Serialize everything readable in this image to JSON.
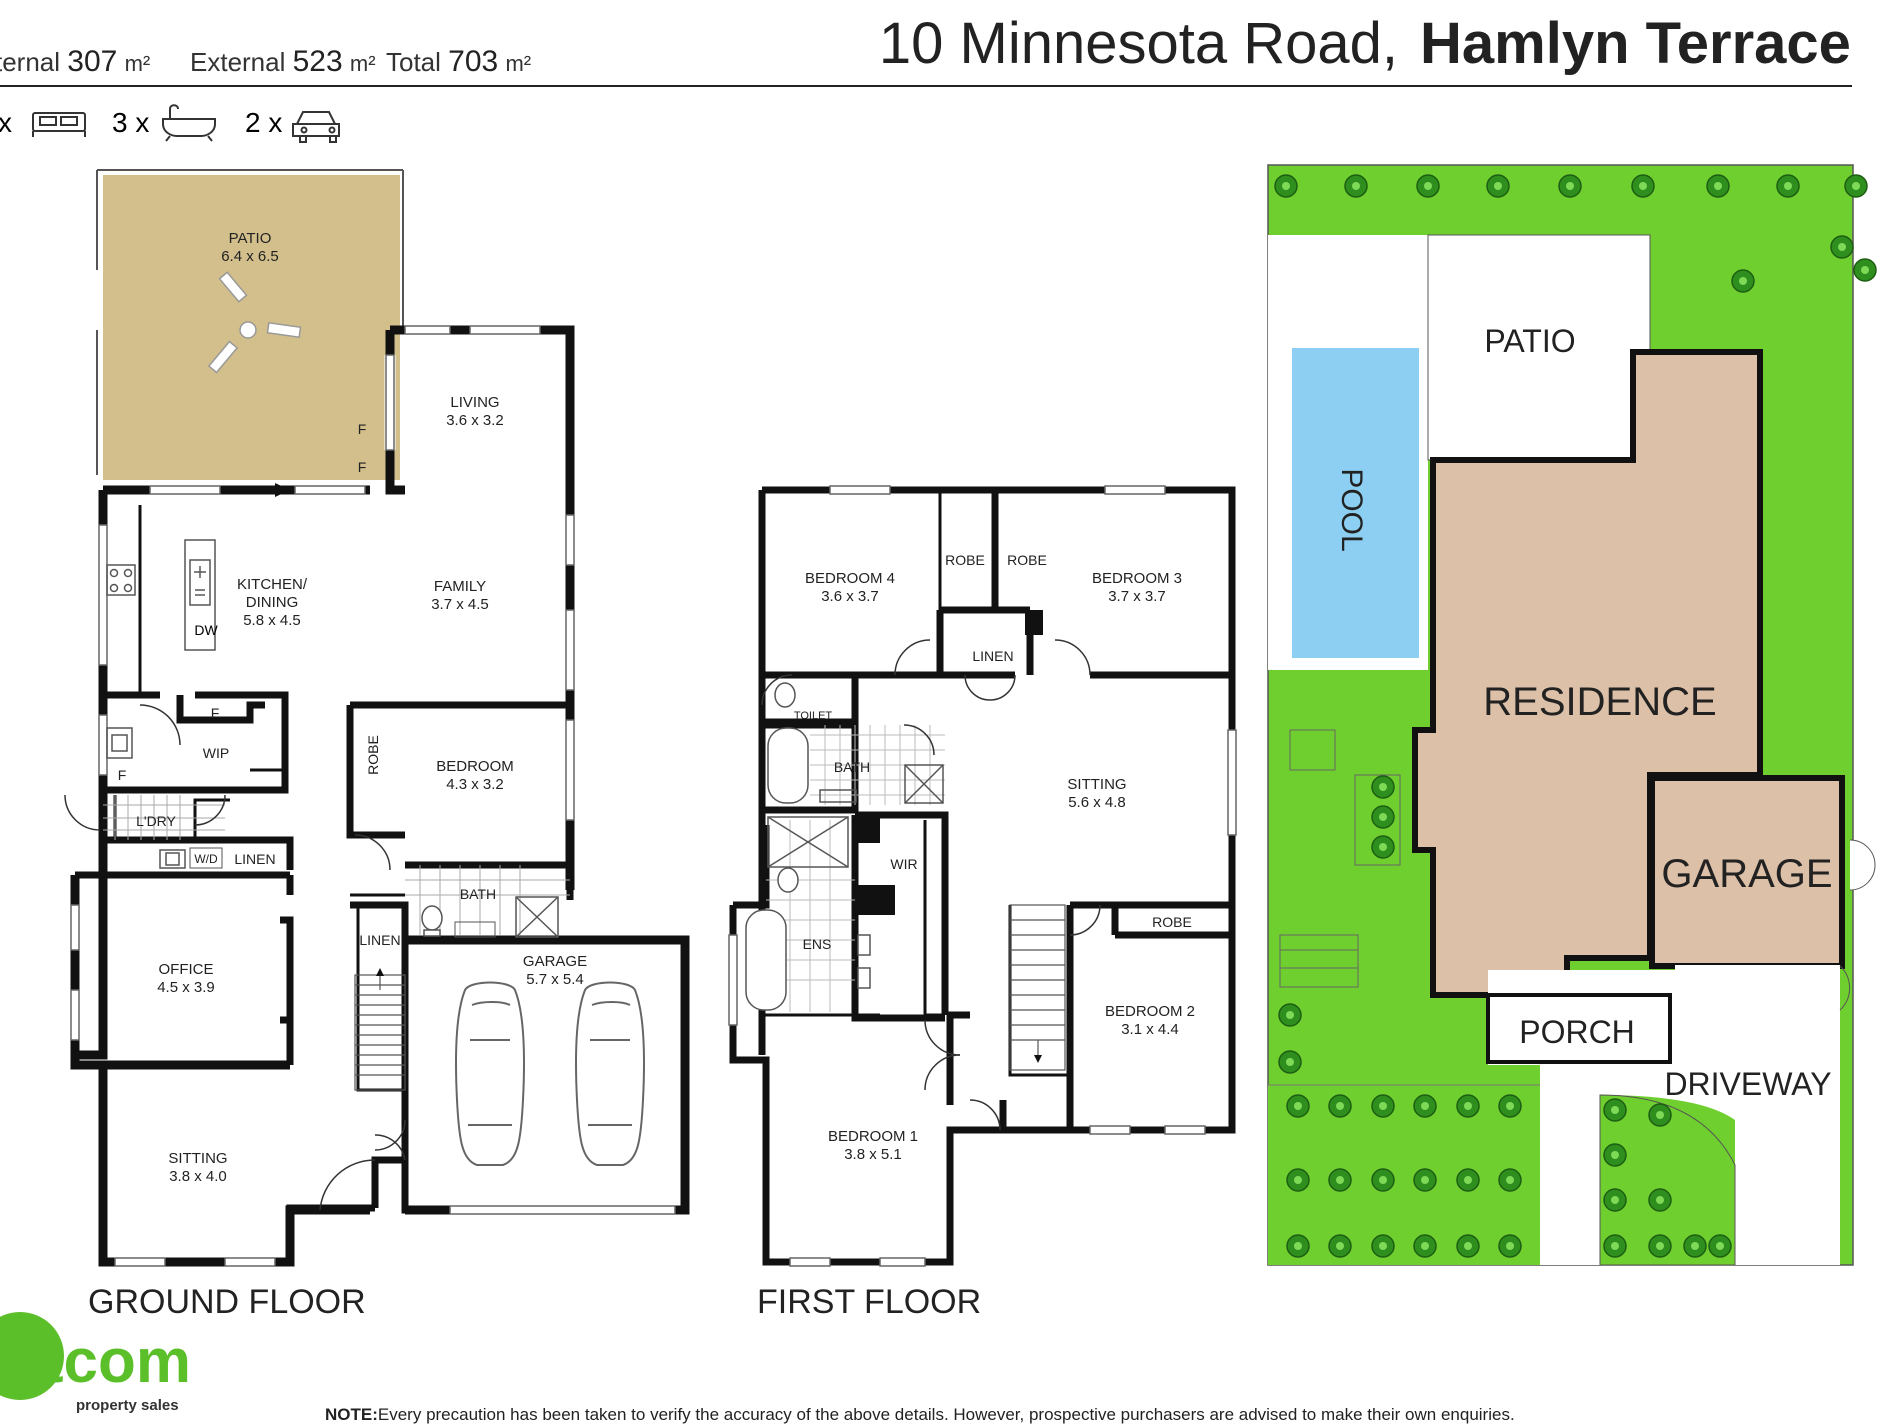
{
  "header": {
    "address": "10 Minnesota Road,",
    "suburb": "Hamlyn Terrace",
    "areas": [
      {
        "label": "ternal",
        "value": "307",
        "unit": "m²"
      },
      {
        "label": "External",
        "value": "523",
        "unit": "m²"
      },
      {
        "label": "Total",
        "value": "703",
        "unit": "m²"
      }
    ],
    "features": [
      {
        "count": "x",
        "icon": "bed-icon"
      },
      {
        "count": "3 x",
        "icon": "bath-icon"
      },
      {
        "count": "2 x",
        "icon": "car-icon"
      }
    ]
  },
  "ground_floor": {
    "title": "GROUND FLOOR",
    "rooms": [
      {
        "name": "PATIO",
        "size": "6.4 x 6.5"
      },
      {
        "name": "LIVING",
        "size": "3.6 x 3.2"
      },
      {
        "name": "KITCHEN/",
        "name2": "DINING",
        "size": "5.8 x 4.5"
      },
      {
        "name": "FAMILY",
        "size": "3.7 x 4.5"
      },
      {
        "name": "BEDROOM",
        "size": "4.3 x 3.2"
      },
      {
        "name": "OFFICE",
        "size": "4.5 x 3.9"
      },
      {
        "name": "GARAGE",
        "size": "5.7 x 5.4"
      },
      {
        "name": "SITTING",
        "size": "3.8 x 4.0"
      }
    ],
    "labels": {
      "dw": "DW",
      "wip": "WIP",
      "f": "F",
      "ldry": "L'DRY",
      "wd": "W/D",
      "linen": "LINEN",
      "robe": "ROBE",
      "bath": "BATH"
    }
  },
  "first_floor": {
    "title": "FIRST FLOOR",
    "rooms": [
      {
        "name": "BEDROOM 4",
        "size": "3.6 x 3.7"
      },
      {
        "name": "BEDROOM 3",
        "size": "3.7 x 3.7"
      },
      {
        "name": "SITTING",
        "size": "5.6 x 4.8"
      },
      {
        "name": "BEDROOM 2",
        "size": "3.1 x 4.4"
      },
      {
        "name": "BEDROOM 1",
        "size": "3.8 x 5.1"
      }
    ],
    "labels": {
      "robe": "ROBE",
      "linen": "LINEN",
      "toilet": "TOILET",
      "bath": "BATH",
      "wir": "WIR",
      "ens": "ENS"
    }
  },
  "site_plan": {
    "patio": "PATIO",
    "pool": "POOL",
    "residence": "RESIDENCE",
    "garage": "GARAGE",
    "porch": "PORCH",
    "driveway": "DRIVEWAY",
    "colors": {
      "grass": "#6fcf2f",
      "residence": "#dcc0a8",
      "pool": "#8ccff2",
      "patio": "#d2bf8c"
    }
  },
  "logo": {
    "brand": "otcom",
    "sub": "property sales",
    "color": "#5bbf2a"
  },
  "footer": {
    "note_label": "NOTE:",
    "note_text": "Every precaution has been taken to verify the accuracy of the above details. However, prospective purchasers are advised to make their own enquiries."
  }
}
